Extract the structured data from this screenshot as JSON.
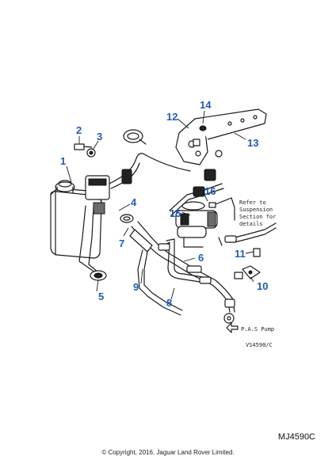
{
  "diagram": {
    "callouts": [
      "1",
      "2",
      "3",
      "4",
      "5",
      "6",
      "7",
      "8",
      "9",
      "10",
      "11",
      "12",
      "13",
      "14",
      "15",
      "16"
    ],
    "note_lines": [
      "Refer to",
      "Suspension",
      "Section for",
      "details"
    ],
    "pump_label": "P.A.S Pump",
    "reference_code": "VS4590/C"
  },
  "footer": {
    "diagram_code": "MJ4590C",
    "copyright": "© Copyright, 2016. Jaguar Land Rover Limited."
  }
}
